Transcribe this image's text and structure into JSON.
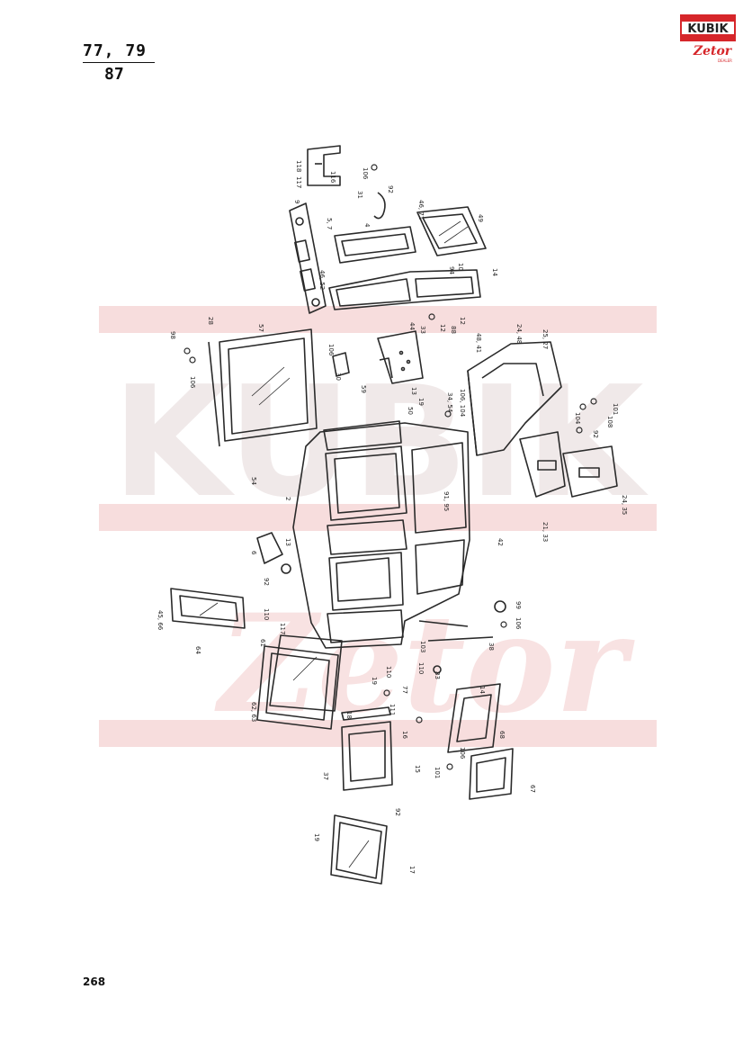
{
  "header": {
    "model_numbers": "77, 79",
    "section_number": "87"
  },
  "logo": {
    "brand_text": "KUBIK",
    "sub_text": "Zetor",
    "sub_caption": "DEALER",
    "colors": {
      "red": "#d6262a",
      "dark": "#222222"
    }
  },
  "watermark": {
    "text": "KUBIK",
    "color": "#f6d7d7"
  },
  "footer": {
    "page_number": "268"
  },
  "callouts": [
    "118",
    "117",
    "116",
    "106",
    "31",
    "92",
    "9",
    "5, 7",
    "4",
    "46, 71",
    "49",
    "46, 52",
    "94",
    "10",
    "14",
    "12",
    "88",
    "106",
    "57",
    "98",
    "106",
    "28",
    "44",
    "33",
    "13",
    "12",
    "48, 41",
    "24, 48",
    "25, 27",
    "54",
    "59",
    "30",
    "19",
    "50",
    "34, 54",
    "106, 104",
    "104",
    "101",
    "108",
    "92",
    "91, 95",
    "24, 35",
    "21, 33",
    "42",
    "2",
    "6",
    "13",
    "92",
    "45, 66",
    "110",
    "117",
    "64",
    "61",
    "62, 63",
    "19",
    "110",
    "77",
    "111",
    "14",
    "103",
    "83",
    "38",
    "110",
    "99",
    "106",
    "18",
    "16",
    "15",
    "101",
    "106",
    "68",
    "67",
    "37",
    "92",
    "19",
    "17"
  ]
}
